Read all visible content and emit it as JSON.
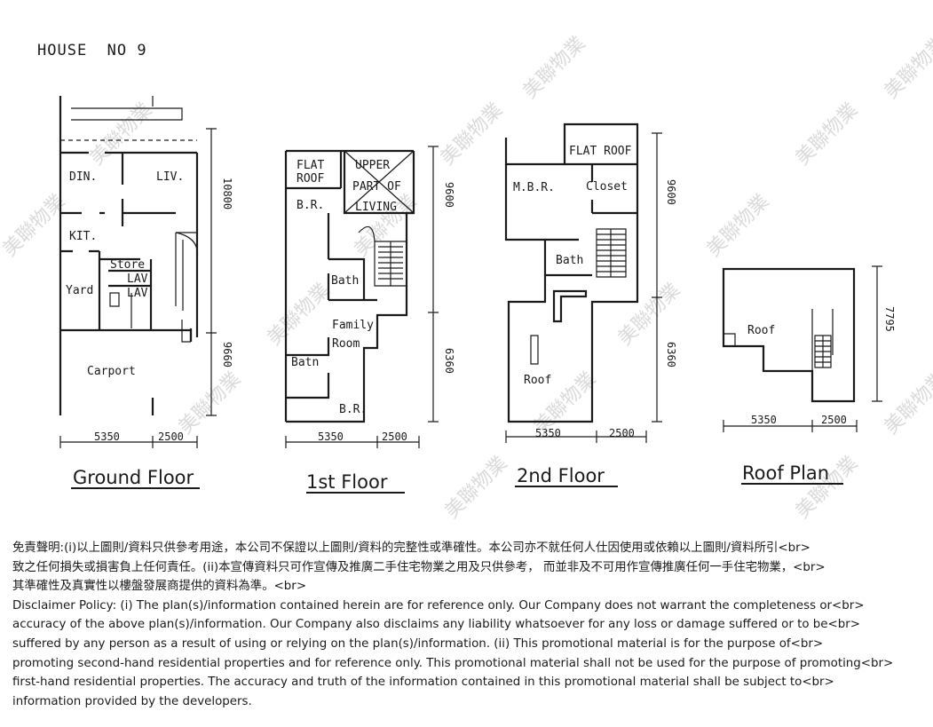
{
  "header": {
    "house_label": "HOUSE  NO 9"
  },
  "watermark": "美聯物業",
  "plans": {
    "ground": {
      "title": "Ground Floor",
      "rooms": {
        "din": "DIN.",
        "liv": "LIV.",
        "kit": "KIT.",
        "store": "Store",
        "lav1": "LAV",
        "lav2": "LAV",
        "yard": "Yard",
        "carport": "Carport"
      },
      "dims": {
        "depth_upper": "10800",
        "depth_lower": "9660",
        "width_left": "5350",
        "width_right": "2500"
      }
    },
    "first": {
      "title": "1st Floor",
      "rooms": {
        "flat_roof_1": "FLAT",
        "flat_roof_2": "ROOF",
        "upper_1": "UPPER",
        "upper_2": "PART OF",
        "upper_3": "LIVING",
        "br_top": "B.R.",
        "bath": "Bath",
        "family_1": "Family",
        "family_2": "Room",
        "bath_small": "Batn",
        "br_bottom": "B.R."
      },
      "dims": {
        "depth_upper": "9600",
        "depth_lower": "6360",
        "width_left": "5350",
        "width_right": "2500"
      }
    },
    "second": {
      "title": "2nd Floor",
      "rooms": {
        "flat_roof": "FLAT ROOF",
        "mbr": "M.B.R.",
        "closet": "Closet",
        "bath": "Bath",
        "roof": "Roof"
      },
      "dims": {
        "depth_upper": "9600",
        "depth_lower": "6360",
        "width_left": "5350",
        "width_right": "2500"
      }
    },
    "roof": {
      "title": "Roof Plan",
      "rooms": {
        "roof": "Roof"
      },
      "dims": {
        "depth": "7795",
        "width_left": "5350",
        "width_right": "2500"
      }
    }
  },
  "disclaimer": {
    "lines": [
      "免責聲明:(i)以上圖則/資料只供參考用途，本公司不保證以上圖則/資料的完整性或準確性。本公司亦不就任何人仕因使用或依賴以上圖則/資料所引<br>",
      "致之任何損失或損害負上任何責任。(ii)本宣傳資料只可作宣傳及推廣二手住宅物業之用及只供參考， 而並非及不可用作宣傳推廣任何一手住宅物業，<br>",
      "其準確性及真實性以樓盤發展商提供的資料為準。<br>",
      "Disclaimer Policy: (i) The plan(s)/information contained herein are for reference only. Our Company does not warrant the completeness or<br>",
      "accuracy of the above plan(s)/information. Our Company also disclaims any liability whatsoever for any loss or damage suffered or to be<br>",
      "suffered by any person as a result of using or relying on the plan(s)/information. (ii) This promotional material is for the purpose of<br>",
      "promoting second-hand residential properties and for reference only. This promotional material shall not be used for the purpose of promoting<br>",
      "first-hand residential properties. The accuracy and truth of the information contained in this promotional material shall be subject to<br>",
      "information provided by the developers."
    ]
  }
}
